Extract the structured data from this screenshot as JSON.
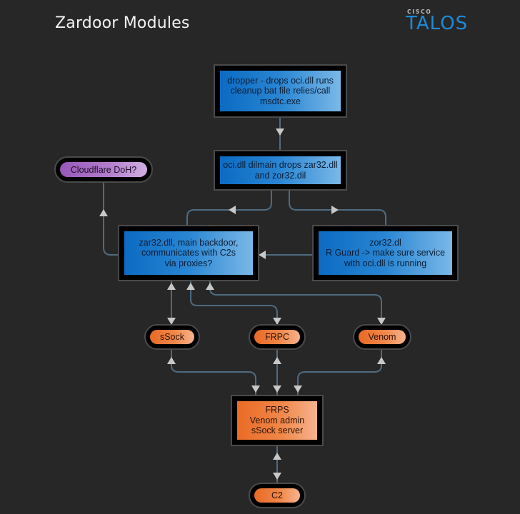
{
  "header": {
    "title": "Zardoor Modules",
    "logo": {
      "brand_small": "CISCO",
      "brand_large": "TALOS",
      "color": "#1d8ad6"
    }
  },
  "colors": {
    "background": "#272728",
    "blue_node": "#1a78c8",
    "orange_node": "#ee7a38",
    "purple_node": "#a66cc4",
    "connector": "#4f6b80",
    "arrowhead": "#c8c8c8"
  },
  "nodes": {
    "dropper": {
      "text": "dropper - drops oci.dll runs cleanup bat file relies/call msdtc.exe",
      "lines": [
        "dropper - drops oci.dll runs",
        "cleanup bat file relies/call",
        "msdtc.exe"
      ]
    },
    "oci": {
      "lines": [
        "oci.dll dilmain drops zar32.dll",
        "and zor32.dil"
      ]
    },
    "cloudflare": {
      "lines": [
        "Cloudflare DoH?"
      ]
    },
    "zar32": {
      "lines": [
        "zar32.dll, main backdoor,",
        "communicates with C2s",
        "via proxies?"
      ]
    },
    "zor32": {
      "lines": [
        "zor32.dl",
        "R Guard -> make sure service",
        "with oci.dll is running"
      ]
    },
    "ssock": {
      "lines": [
        "sSock"
      ]
    },
    "frpc": {
      "lines": [
        "FRPC"
      ]
    },
    "venom": {
      "lines": [
        "Venom"
      ]
    },
    "frps": {
      "lines": [
        "FRPS",
        "Venom admin",
        "sSock server"
      ]
    },
    "c2": {
      "lines": [
        "C2"
      ]
    }
  },
  "edges": [
    {
      "from": "dropper",
      "to": "oci",
      "direction": "forward"
    },
    {
      "from": "oci",
      "to": "zar32",
      "direction": "forward"
    },
    {
      "from": "oci",
      "to": "zor32",
      "direction": "forward"
    },
    {
      "from": "zor32",
      "to": "zar32",
      "direction": "forward"
    },
    {
      "from": "zar32",
      "to": "cloudflare",
      "direction": "forward"
    },
    {
      "from": "zar32",
      "to": "ssock",
      "direction": "both"
    },
    {
      "from": "zar32",
      "to": "frpc",
      "direction": "both"
    },
    {
      "from": "zar32",
      "to": "venom",
      "direction": "both"
    },
    {
      "from": "ssock",
      "to": "frps",
      "direction": "both"
    },
    {
      "from": "frpc",
      "to": "frps",
      "direction": "both"
    },
    {
      "from": "venom",
      "to": "frps",
      "direction": "both"
    },
    {
      "from": "frps",
      "to": "c2",
      "direction": "both"
    }
  ]
}
